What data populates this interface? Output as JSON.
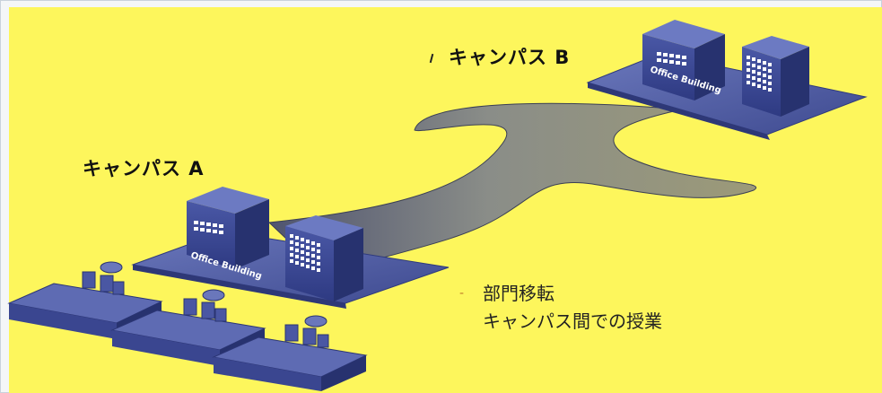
{
  "campus_b_label": "キャンパス B",
  "campus_a_label": "キャンパス A",
  "building_sign": "Office Building",
  "bullet_marker": "-",
  "bullets": [
    "部門移転",
    "キャンパス間での授業"
  ],
  "colors": {
    "background": "#fdf65c",
    "plaza": "#4f5c9e",
    "building_front": "#3c4993",
    "building_top": "#6a78bf",
    "path": "#8c9088"
  }
}
